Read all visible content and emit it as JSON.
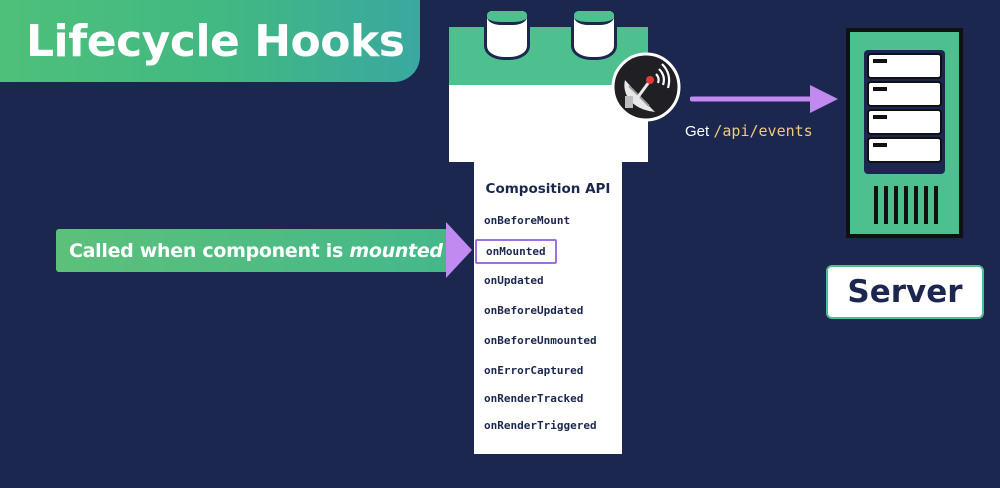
{
  "title": "Lifecycle Hooks",
  "composition": {
    "title": "Composition API",
    "hooks": [
      "onBeforeMount",
      "onMounted",
      "onUpdated",
      "onBeforeUpdated",
      "onBeforeUnmounted",
      "onErrorCaptured",
      "onRenderTracked",
      "onRenderTriggered"
    ],
    "highlighted": "onMounted"
  },
  "callout": {
    "prefix": "Called when component is ",
    "emphasis": "mounted"
  },
  "request": {
    "verb": "Get ",
    "path": "/api/events"
  },
  "server": {
    "label": "Server"
  },
  "icons": [
    "calendar-icon",
    "satellite-dish-icon",
    "server-icon",
    "arrow-right-icon"
  ],
  "colors": {
    "background": "#1c2750",
    "green": "#41b883",
    "purple": "#c08af0",
    "navy": "#1c2750"
  }
}
